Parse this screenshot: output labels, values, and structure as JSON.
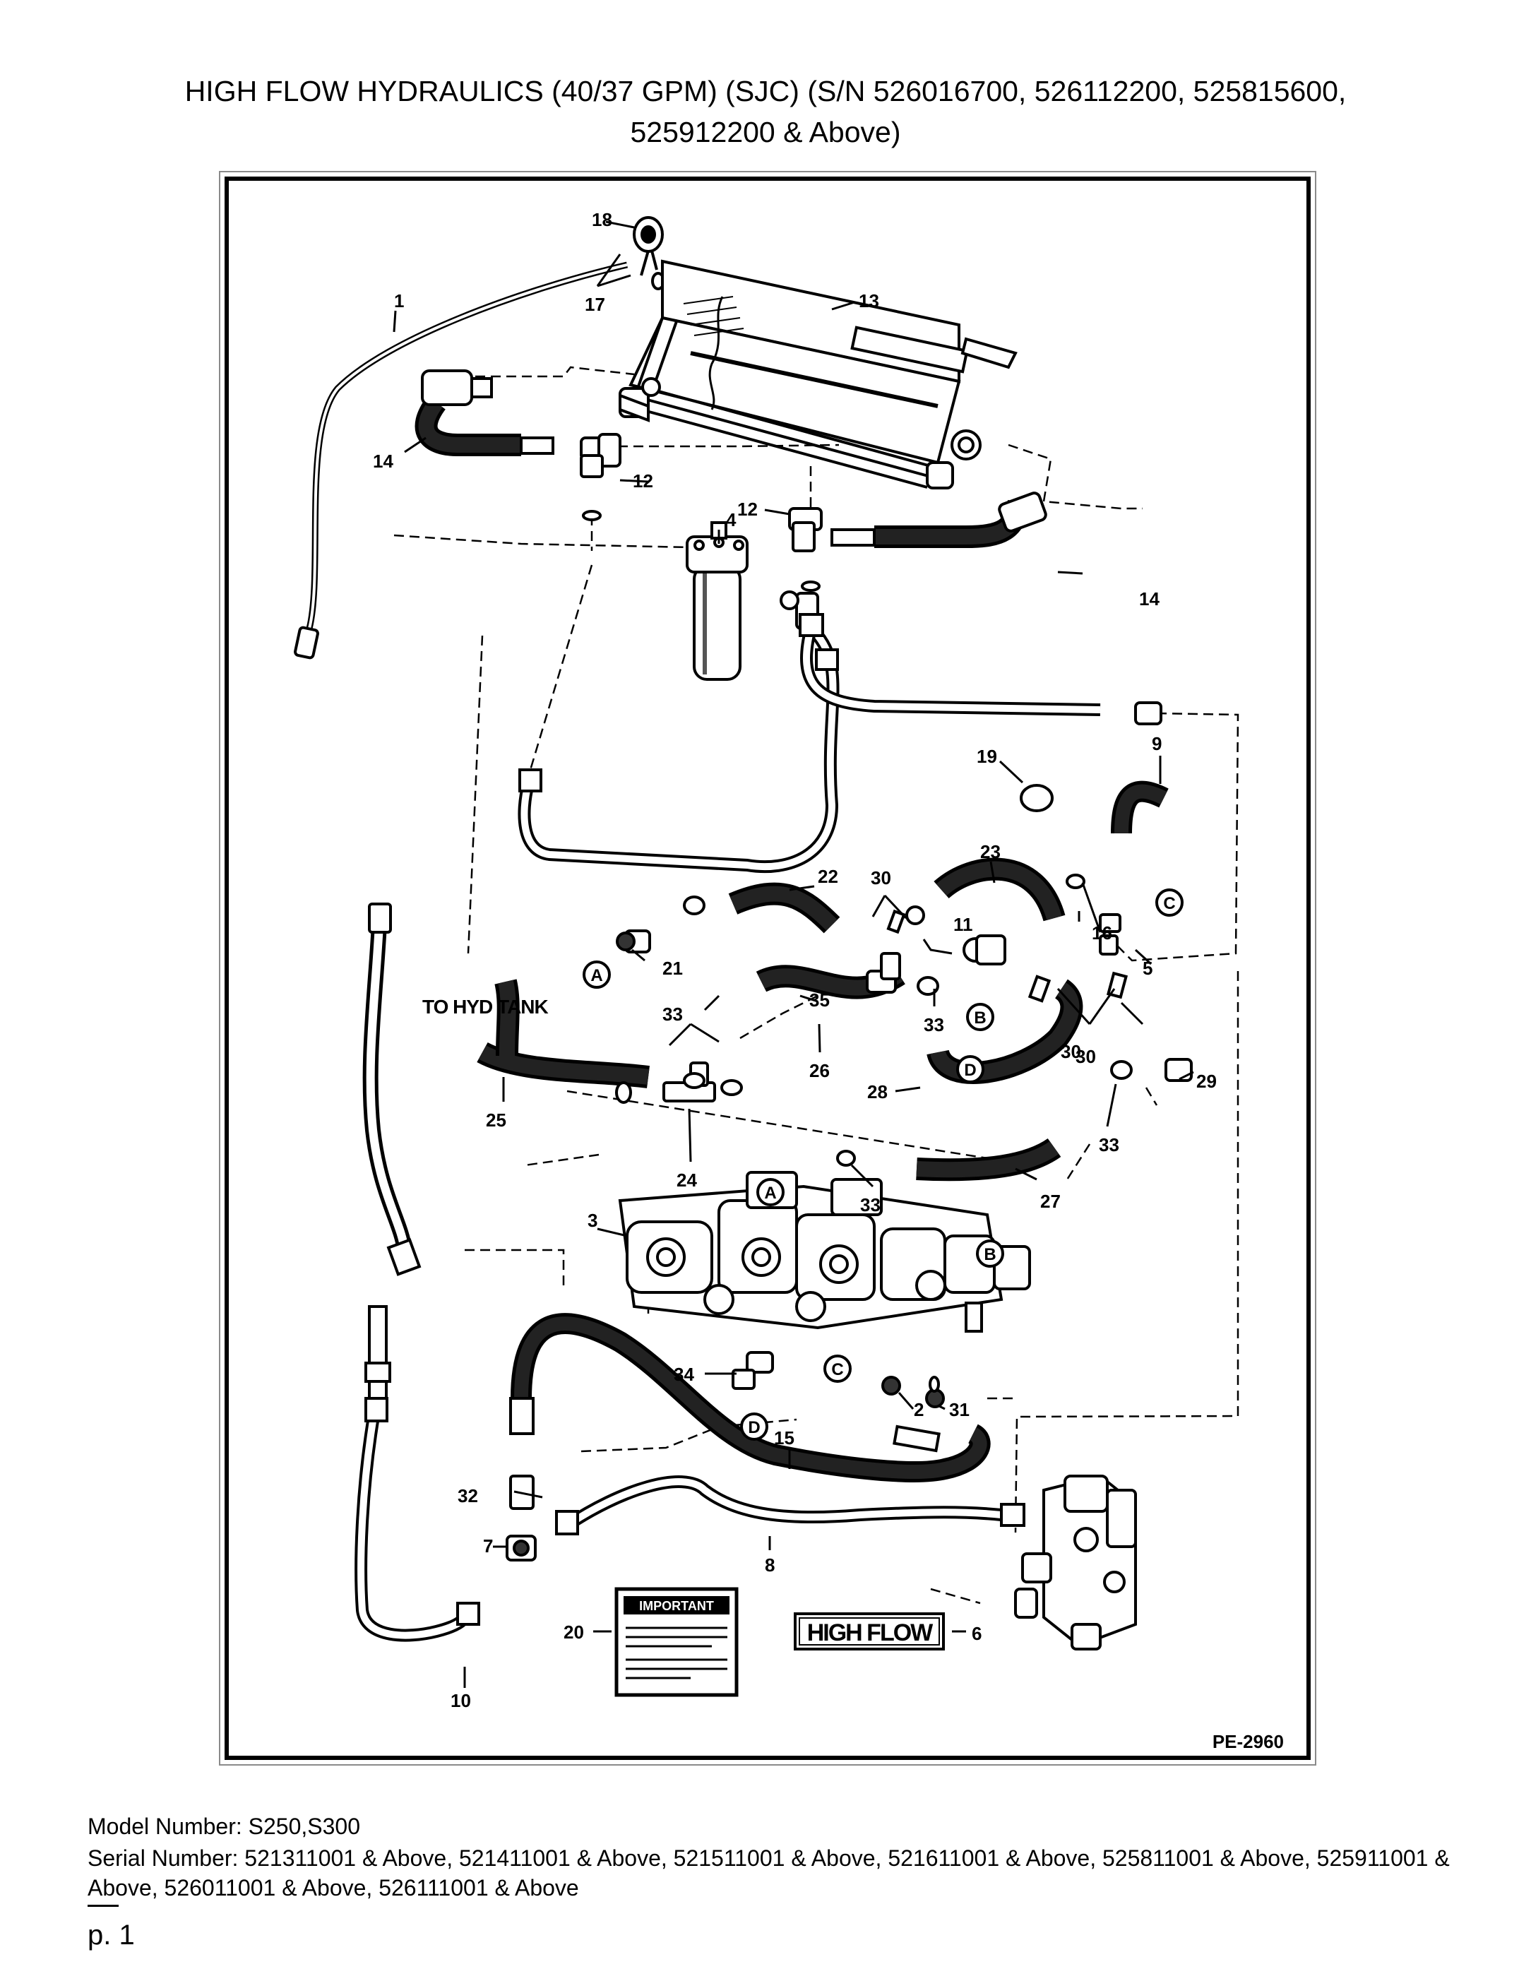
{
  "header": {
    "title_line1": "HIGH FLOW HYDRAULICS (40/37 GPM) (SJC) (S/N 526016700, 526112200, 525815600,",
    "title_line2": "525912200 & Above)"
  },
  "diagram": {
    "drawing_number": "PE-2960",
    "tank_label": "TO HYD TANK",
    "high_flow_decal": "HIGH FLOW",
    "important_decal_heading": "IMPORTANT",
    "callouts": [
      "1",
      "2",
      "3",
      "4",
      "5",
      "6",
      "7",
      "8",
      "9",
      "10",
      "11",
      "12",
      "12",
      "13",
      "14",
      "14",
      "15",
      "16",
      "17",
      "18",
      "19",
      "20",
      "21",
      "22",
      "23",
      "24",
      "25",
      "26",
      "27",
      "28",
      "29",
      "30",
      "30",
      "30",
      "31",
      "32",
      "33",
      "33",
      "33",
      "33",
      "34",
      "35"
    ],
    "connection_markers": [
      "A",
      "A",
      "B",
      "B",
      "C",
      "C",
      "D",
      "D"
    ]
  },
  "footer": {
    "model_number": "Model Number: S250,S300",
    "serial_number": "Serial Number: 521311001 & Above, 521411001 & Above, 521511001 & Above, 521611001 & Above, 525811001 & Above, 525911001 & Above, 526011001 & Above, 526111001 & Above",
    "page": "p. 1"
  }
}
